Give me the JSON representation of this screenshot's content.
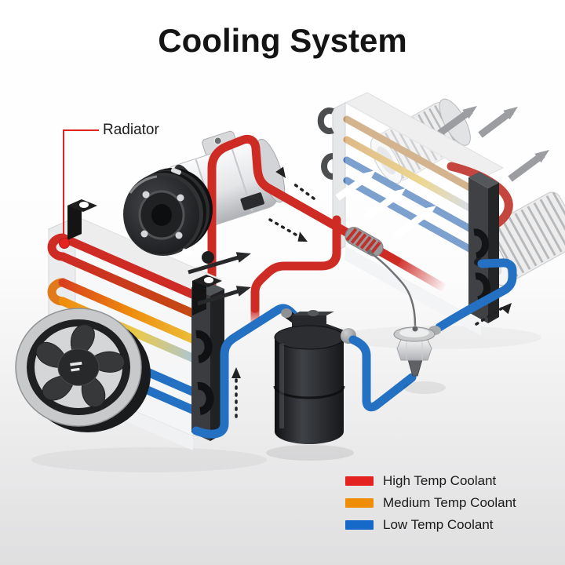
{
  "title": "Cooling System",
  "callout": {
    "radiator_label": "Radiator",
    "line_color": "#e02520"
  },
  "legend": {
    "items": [
      {
        "label": "High Temp Coolant",
        "color": "#e42320"
      },
      {
        "label": "Medium Temp Coolant",
        "color": "#ef8d07"
      },
      {
        "label": "Low Temp Coolant",
        "color": "#1668c9"
      }
    ]
  },
  "colors": {
    "high_temp_tube": "#ce2b25",
    "medium_temp_tube": "#ee8c0c",
    "low_temp_tube": "#2470c2",
    "background_bottom": "#dfdfe0"
  }
}
